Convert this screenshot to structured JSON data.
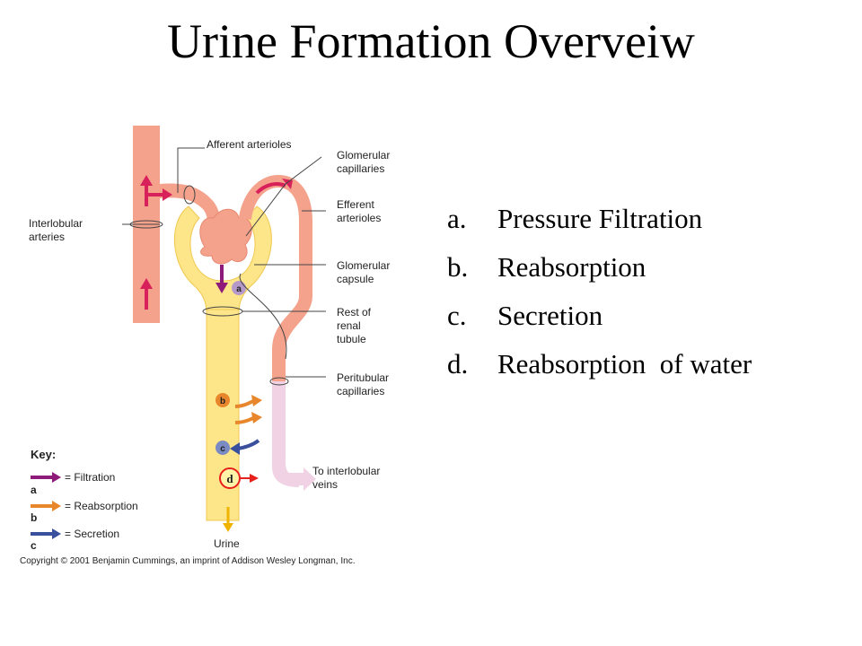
{
  "slide": {
    "title": "Urine Formation Overveiw"
  },
  "diagram": {
    "labels": {
      "afferent": "Afferent arterioles",
      "glom_cap_1": "Glomerular",
      "glom_cap_2": "capillaries",
      "efferent_1": "Efferent",
      "efferent_2": "arterioles",
      "interlobular_1": "Interlobular",
      "interlobular_2": "arteries",
      "glom_capsule_1": "Glomerular",
      "glom_capsule_2": "capsule",
      "rest_1": "Rest of",
      "rest_2": "renal",
      "rest_3": "tubule",
      "peritubular_1": "Peritubular",
      "peritubular_2": "capillaries",
      "to_veins_1": "To interlobular",
      "to_veins_2": "veins",
      "urine": "Urine"
    },
    "markers": {
      "a": "a",
      "b": "b",
      "c": "c",
      "d": "d"
    },
    "key": {
      "title": "Key:",
      "filtration": "= Filtration",
      "reabsorption": "= Reabsorption",
      "secretion": "= Secretion",
      "letter_a": "a",
      "letter_b": "b",
      "letter_c": "c"
    },
    "copyright": "Copyright © 2001 Benjamin Cummings, an imprint of Addison Wesley Longman, Inc."
  },
  "steps": [
    {
      "marker": "a.",
      "text": "Pressure Filtration"
    },
    {
      "marker": "b.",
      "text": "Reabsorption"
    },
    {
      "marker": "c.",
      "text": "Secretion"
    },
    {
      "marker": "d.",
      "text": "Reabsorption  of water"
    }
  ],
  "colors": {
    "artery": "#f4a28c",
    "tubule": "#fde58a",
    "peritubular": "#f0d2e4",
    "filtration": "#8e1a7a",
    "reabsorption": "#e8862c",
    "secretion": "#3a4f9e",
    "blood_flow": "#d8205a",
    "highlight_red": "#e8201c"
  }
}
